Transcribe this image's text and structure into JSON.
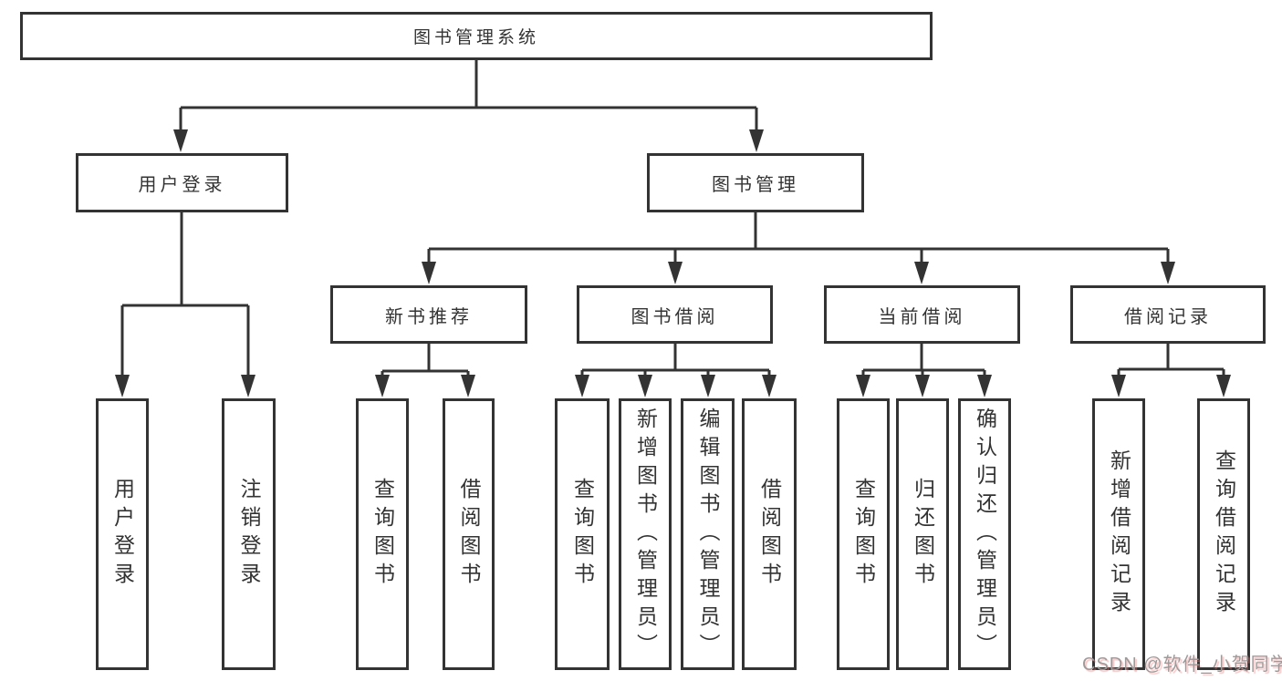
{
  "diagram_type": "hierarchy-tree",
  "root": {
    "label": "图书管理系统"
  },
  "branches": {
    "user_login": {
      "label": "用户登录",
      "children": {
        "login": {
          "label": "用户登录"
        },
        "logout": {
          "label": "注销登录"
        }
      }
    },
    "book_mgmt": {
      "label": "图书管理",
      "children": {
        "new_books": {
          "label": "新书推荐",
          "children": {
            "query_books": {
              "label": "查询图书"
            },
            "borrow_books": {
              "label": "借阅图书"
            }
          }
        },
        "book_borrow": {
          "label": "图书借阅",
          "children": {
            "query_books": {
              "label": "查询图书"
            },
            "add_books": {
              "label": "新增图书（管理员）"
            },
            "edit_books": {
              "label": "编辑图书（管理员）"
            },
            "borrow_books": {
              "label": "借阅图书"
            }
          }
        },
        "current_borrow": {
          "label": "当前借阅",
          "children": {
            "query_books": {
              "label": "查询图书"
            },
            "return_books": {
              "label": "归还图书"
            },
            "confirm_return": {
              "label": "确认归还（管理员）"
            }
          }
        },
        "borrow_records": {
          "label": "借阅记录",
          "children": {
            "add_record": {
              "label": "新增借阅记录"
            },
            "query_record": {
              "label": "查询借阅记录"
            }
          }
        }
      }
    }
  },
  "watermark": {
    "text": "CSDN @软件_小贺同学"
  },
  "colors": {
    "line": "#333333",
    "text": "#333333",
    "watermark_gray": "#9b9b9b"
  }
}
